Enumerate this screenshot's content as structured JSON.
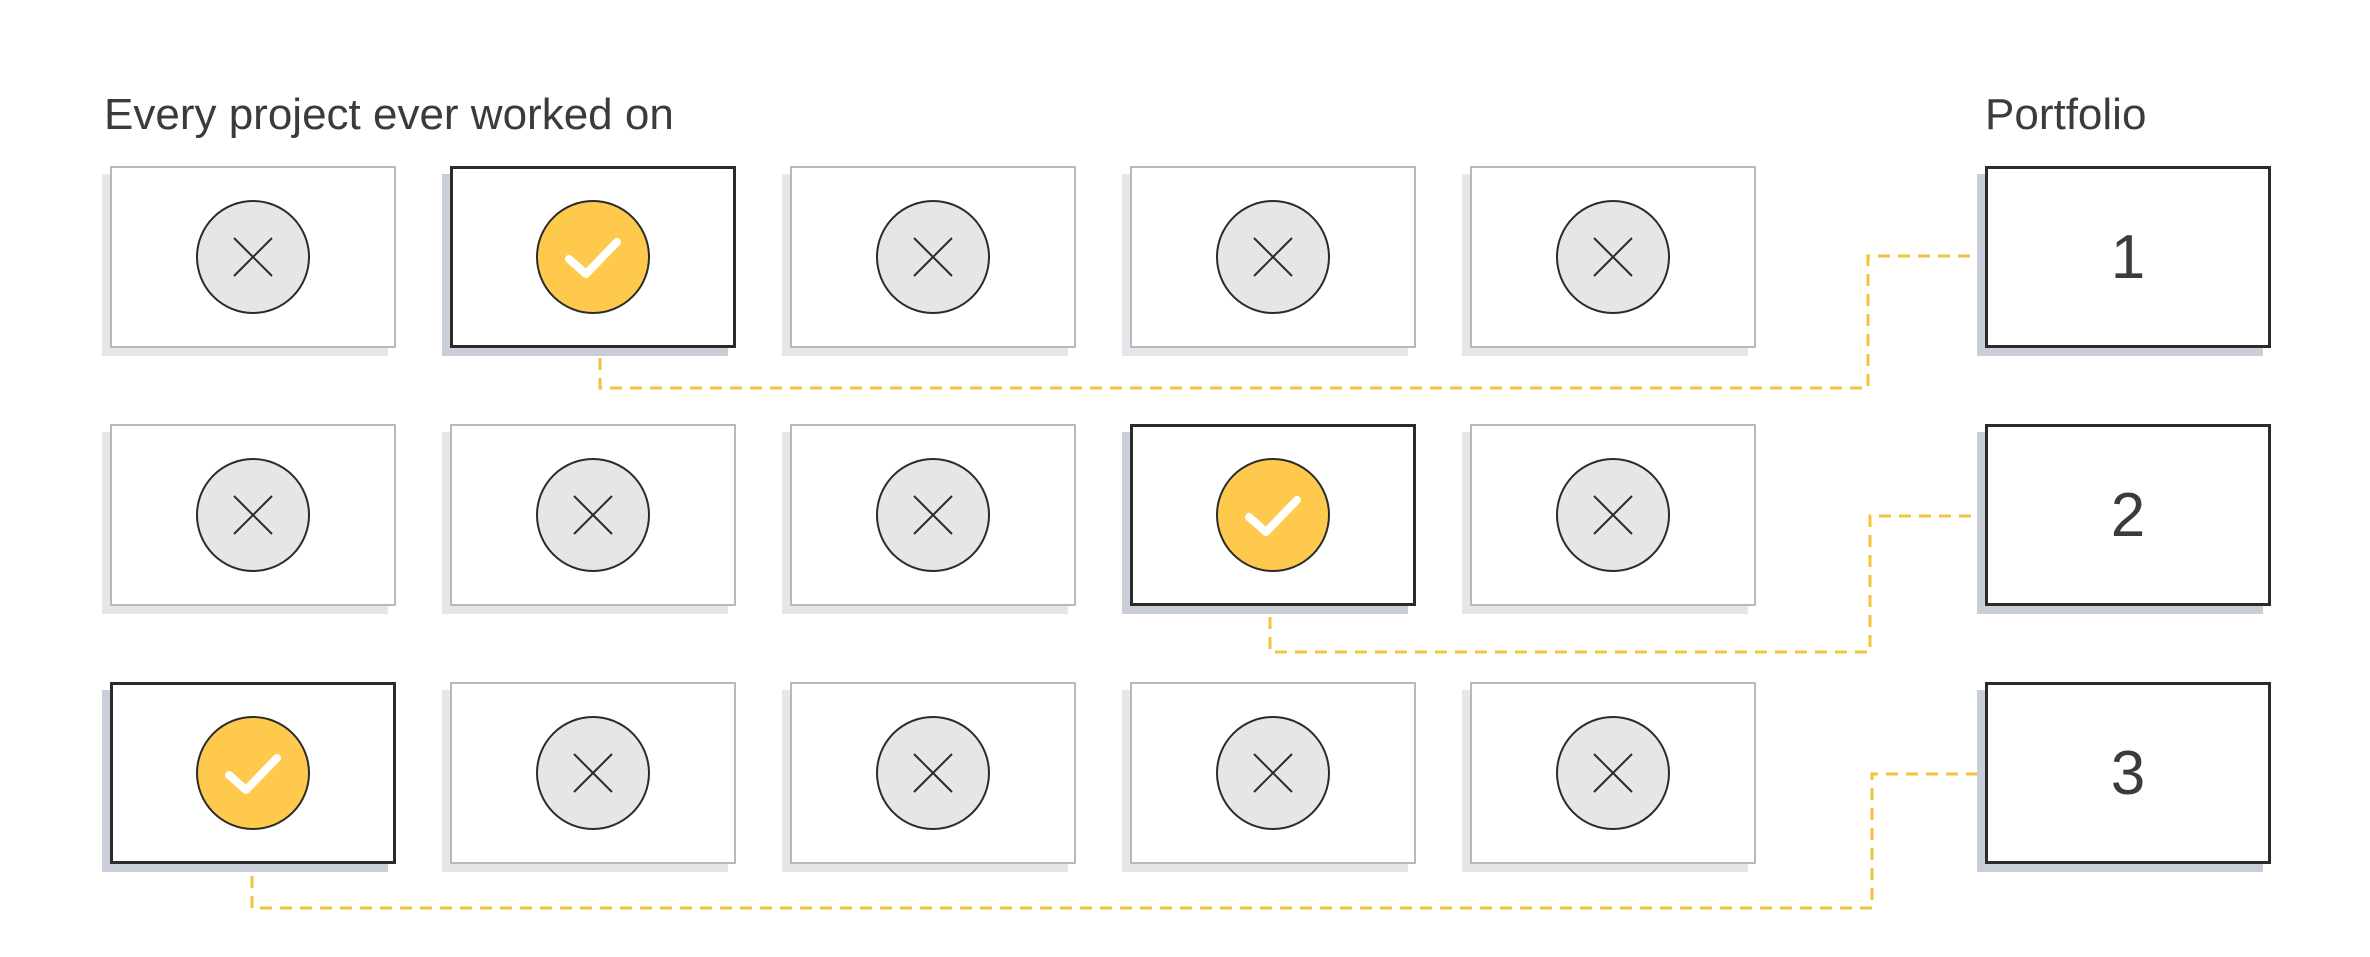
{
  "titles": {
    "left": "Every project ever worked on",
    "right": "Portfolio"
  },
  "colors": {
    "accent": "#FFC94D",
    "rejected_fill": "#E6E6E6",
    "ink": "#2B2B2B",
    "connector": "#F3C33C"
  },
  "grid": [
    [
      "x-icon",
      "check-icon",
      "x-icon",
      "x-icon",
      "x-icon"
    ],
    [
      "x-icon",
      "x-icon",
      "x-icon",
      "check-icon",
      "x-icon"
    ],
    [
      "check-icon",
      "x-icon",
      "x-icon",
      "x-icon",
      "x-icon"
    ]
  ],
  "portfolio": [
    "1",
    "2",
    "3"
  ]
}
